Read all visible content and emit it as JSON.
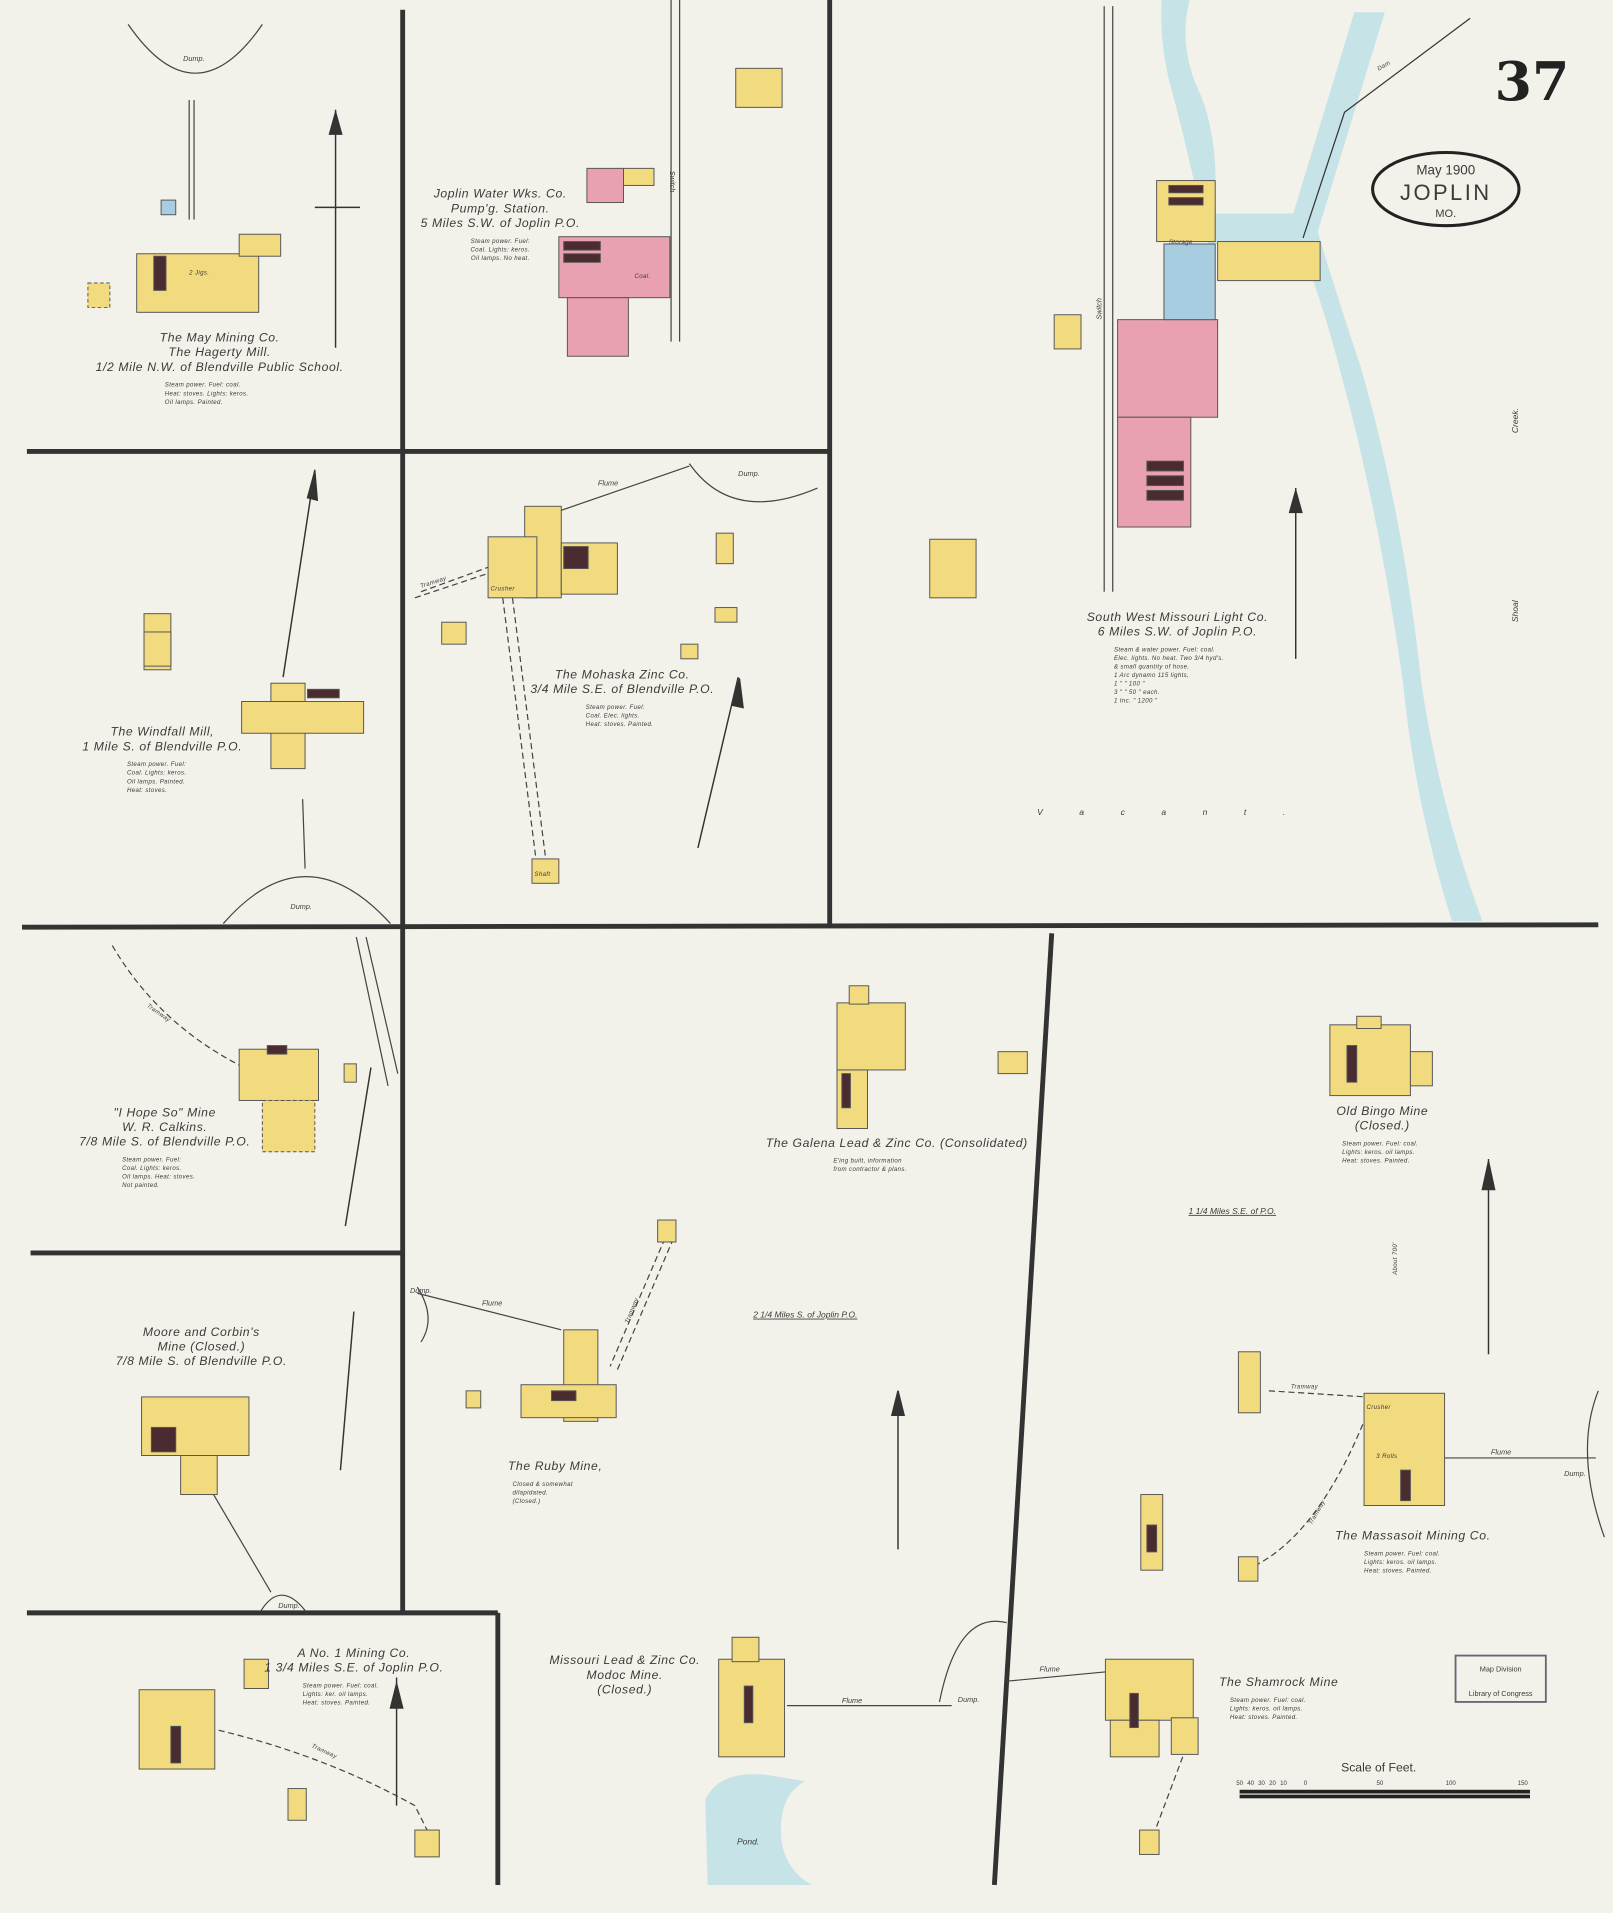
{
  "sheet": {
    "page_number": "37",
    "cartouche": {
      "date": "May 1900",
      "city": "JOPLIN",
      "state": "MO."
    },
    "colors": {
      "paper": "#f3f2ea",
      "frame_brick": "#e9a0b0",
      "frame_wood": "#f2da7e",
      "stone_blue": "#a9cde0",
      "water": "#c6e3e8",
      "ink": "#3a3a3a"
    },
    "stamp": {
      "line1": "Map Division",
      "line2": "Library of Congress"
    },
    "scale": {
      "title": "Scale of Feet.",
      "ticks": [
        "50",
        "40",
        "30",
        "20",
        "10",
        "0",
        "50",
        "100",
        "150"
      ]
    }
  },
  "panels": [
    {
      "title": [
        "The May Mining Co.",
        "The Hagerty Mill.",
        "1/2 Mile N.W. of Blendville Public School."
      ],
      "notes": [
        "Steam power. Fuel: coal.",
        "Heat: stoves. Lights: keros.",
        "Oil lamps. Painted."
      ]
    },
    {
      "title": [
        "Joplin Water Wks. Co.",
        "Pump'g. Station.",
        "5 Miles S.W. of Joplin P.O."
      ],
      "notes": [
        "Steam power. Fuel:",
        "Coal. Lights: keros.",
        "Oil lamps. No heat."
      ]
    },
    {
      "title": [
        "South West Missouri Light Co.",
        "6 Miles S.W. of Joplin P.O."
      ],
      "notes": [
        "Steam & water power. Fuel: coal.",
        "Elec. lights. No heat. Two 3/4 hyd's.",
        "& small quantity of hose.",
        "1 Arc dynamo 115 lights,",
        "1  \"   \"   100  \"",
        "3  \"   \"   50  \"  each.",
        "1 Inc.  \"  1200  \""
      ]
    },
    {
      "title": [
        "The Windfall Mill,",
        "1 Mile S. of Blendville P.O."
      ],
      "notes": [
        "Steam power. Fuel:",
        "Coal. Lights: keros.",
        "Oil lamps. Painted.",
        "Heat: stoves."
      ]
    },
    {
      "title": [
        "The Mohaska Zinc Co.",
        "3/4 Mile S.E. of Blendville P.O."
      ],
      "notes": [
        "Steam power. Fuel:",
        "Coal. Elec. lights.",
        "Heat: stoves. Painted."
      ]
    },
    {
      "title": [
        "\"I Hope So\" Mine",
        "W. R. Calkins.",
        "7/8 Mile S. of Blendville P.O."
      ],
      "notes": [
        "Steam power. Fuel:",
        "Coal. Lights: keros.",
        "Oil lamps. Heat: stoves.",
        "Not painted."
      ]
    },
    {
      "title": [
        "Moore and Corbin's",
        "Mine (Closed.)",
        "7/8 Mile S. of Blendville P.O."
      ],
      "notes": []
    },
    {
      "title": [
        "A No. 1 Mining Co.",
        "1 3/4 Miles S.E. of Joplin P.O."
      ],
      "notes": [
        "Steam power. Fuel: coal.",
        "Lights: ker. oil lamps.",
        "Heat: stoves. Painted."
      ]
    },
    {
      "title": [
        "Missouri Lead & Zinc Co.",
        "Modoc Mine.",
        "(Closed.)"
      ],
      "notes": []
    },
    {
      "title": [
        "The Ruby Mine,"
      ],
      "notes": [
        "Closed & somewhat",
        "dilapidated.",
        "(Closed.)"
      ]
    },
    {
      "title": [
        "The Galena Lead & Zinc Co. (Consolidated)"
      ],
      "notes": [
        "E'ing built, information",
        "from contractor & plans."
      ]
    },
    {
      "title": [
        "Old Bingo Mine",
        "(Closed.)"
      ],
      "notes": [
        "Steam power. Fuel: coal.",
        "Lights: keros. oil lamps.",
        "Heat: stoves. Painted."
      ]
    },
    {
      "title": [
        "The Massasoit Mining Co."
      ],
      "notes": [
        "Steam power. Fuel: coal.",
        "Lights: keros. oil lamps.",
        "Heat: stoves. Painted."
      ]
    },
    {
      "title": [
        "The Shamrock Mine"
      ],
      "notes": [
        "Steam power. Fuel: coal.",
        "Lights: keros. oil lamps.",
        "Heat: stoves. Painted."
      ]
    }
  ],
  "distances": [
    "2 1/4 Miles S. of Joplin P.O.",
    "1 1/4 Miles S.E. of P.O."
  ],
  "features": {
    "dump": "Dump.",
    "flume": "Flume",
    "switch": "Switch",
    "creek_1": "Shoal",
    "creek_2": "Creek.",
    "vacant": "V a c a n t .",
    "pond": "Pond.",
    "dam": "Dam",
    "storage": "Storage",
    "crusher": "Crusher",
    "shaft": "Shaft",
    "jigs": "2 Jigs.",
    "rolls": "3 Rolls",
    "coal": "Coal.",
    "tramway": "Tramway",
    "about": "About 700'"
  }
}
